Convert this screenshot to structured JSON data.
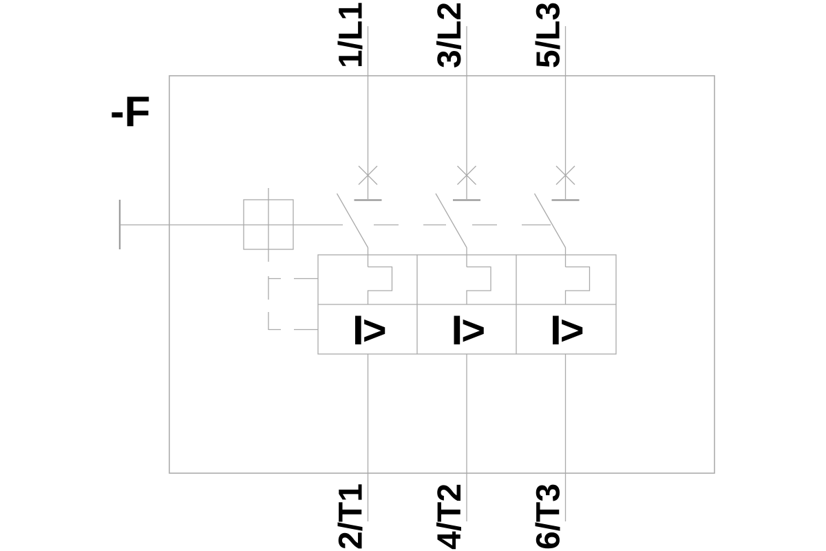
{
  "device": {
    "designator": "-F"
  },
  "poles": [
    {
      "top_terminal": "1/L1",
      "bottom_terminal": "2/T1",
      "trip_symbol": "I>"
    },
    {
      "top_terminal": "3/L2",
      "bottom_terminal": "4/T2",
      "trip_symbol": "I>"
    },
    {
      "top_terminal": "5/L3",
      "bottom_terminal": "6/T3",
      "trip_symbol": "I>"
    }
  ],
  "colors": {
    "line": "#a9a9a9",
    "text": "#000000",
    "background": "#ffffff"
  }
}
